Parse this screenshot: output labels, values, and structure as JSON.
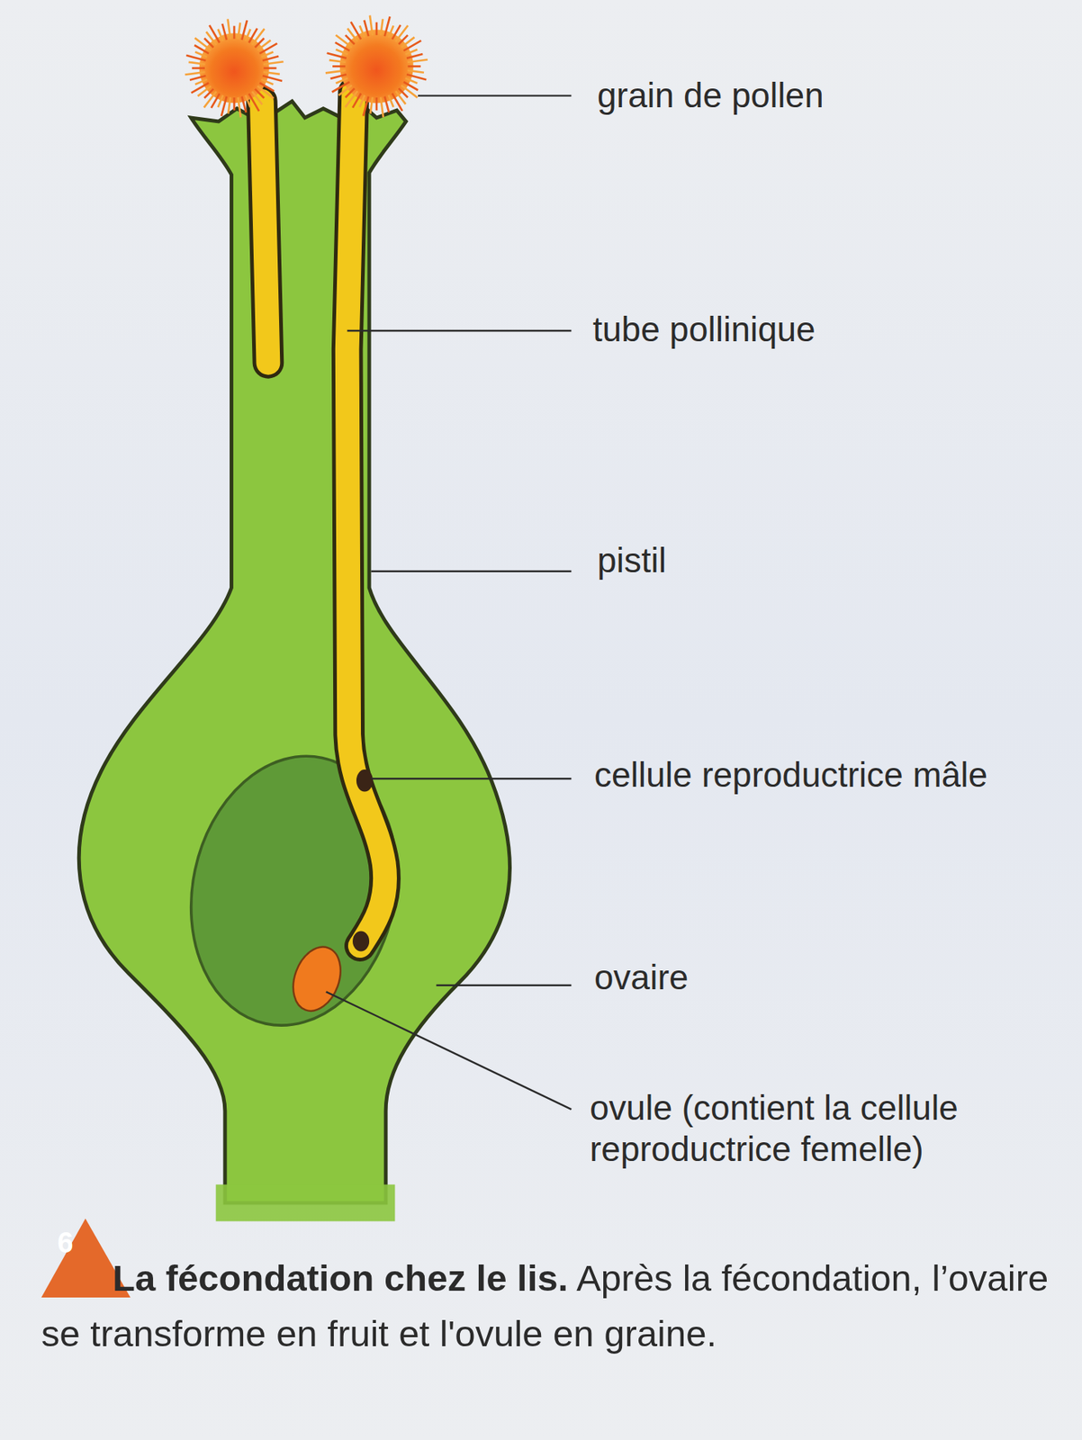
{
  "diagram": {
    "title": "La fécondation chez le lis.",
    "caption": "Après la fécondation, l’ovaire se transforme en fruit et l'ovule en graine.",
    "labels": [
      "grain de pollen",
      "tube pollinique",
      "pistil",
      "cellule reproductrice mâle",
      "ovaire",
      "ovule (contient la cellule reproductrice femelle)",
      "6"
    ]
  }
}
